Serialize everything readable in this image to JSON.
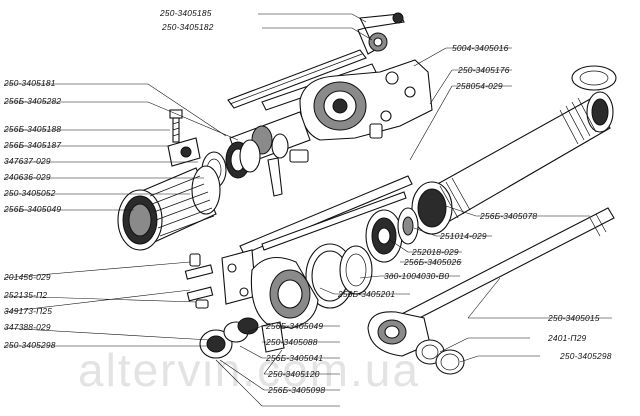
{
  "watermark": "altervin.com.ua",
  "labels": {
    "l01": "250-3405185",
    "l02": "250-3405182",
    "l03": "5004-3405016",
    "l04": "250-3405176",
    "l05": "250-3405181",
    "l06": "258054-029",
    "l07": "256Б-3405282",
    "l08": "256Б-3405188",
    "l09": "256Б-3405187",
    "l10": "347637-029",
    "l11": "240636-029",
    "l12": "250-3405052",
    "l13": "256Б-3405049",
    "l14": "256Б-3405078",
    "l15": "251014-029",
    "l16": "252018-029",
    "l17": "256Б-3405026",
    "l18": "201456-029",
    "l19": "252135-П2",
    "l20": "349173-П25",
    "l21": "347388-029",
    "l22": "250-3405298",
    "l23": "3д0-1004030-В0",
    "l24": "256Б-3405201",
    "l25": "250-3405015",
    "l26": "256Б-3405049",
    "l27": "250-3405088",
    "l28": "256Б-3405041",
    "l29": "250-3405120",
    "l30": "256Б-3405098",
    "l31": "2401-П29",
    "l32": "250-3405298"
  }
}
